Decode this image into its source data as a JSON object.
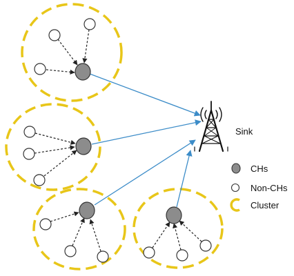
{
  "colors": {
    "cluster_border": "#E8C619",
    "cluster_head_fill": "#8C8C8C",
    "node_fill": "#FFFFFF",
    "node_stroke": "#333333",
    "ch_to_sink_link": "#3C8CC8",
    "intra_cluster_link": "#222222"
  },
  "labels": {
    "sink": "Sink"
  },
  "legend": {
    "ch": "CHs",
    "non_ch": "Non-CHs",
    "cluster": "Cluster"
  },
  "icons": {
    "sink": "radio-tower-icon"
  }
}
